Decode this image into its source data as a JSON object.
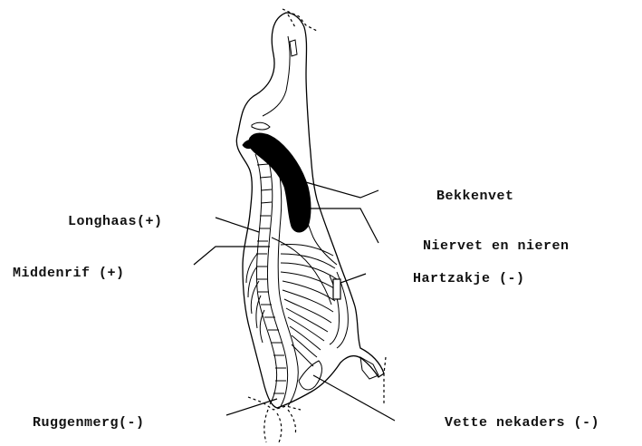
{
  "diagram": {
    "labels": {
      "bekkenvet": "Bekkenvet",
      "longhaas": "Longhaas(+)",
      "niervet": "Niervet en nieren",
      "middenrif": "Middenrif (+)",
      "hartzakje": "Hartzakje (-)",
      "ruggenmerg": "Ruggenmerg(-)",
      "vette_nekaders": "Vette nekaders (-)"
    }
  }
}
